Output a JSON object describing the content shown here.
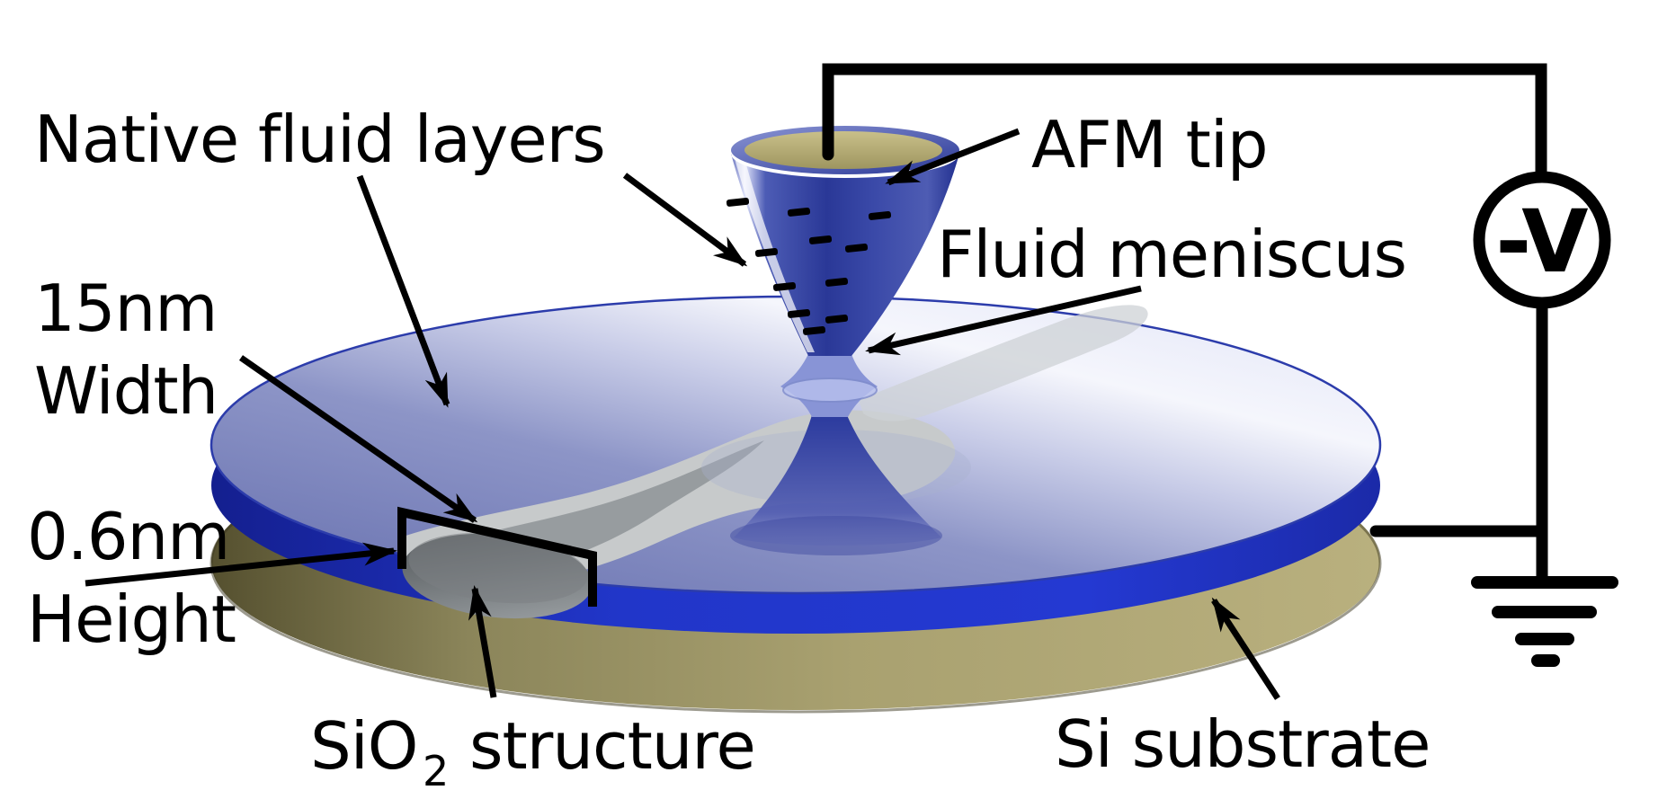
{
  "figure": {
    "description": "3D schematic of AFM-tip-based oxidation lithography: a biased AFM tip writes a SiO2 structure on a Si substrate through native fluid layers",
    "labels": {
      "native_fluid_layers": "Native fluid layers",
      "afm_tip": "AFM tip",
      "fluid_meniscus": "Fluid meniscus",
      "width_line1": "15nm",
      "width_line2": "Width",
      "height_line1": "0.6nm",
      "height_line2": "Height",
      "sio2_prefix": "SiO",
      "sio2_sub": "2",
      "sio2_suffix": "structure",
      "si_substrate": "Si substrate",
      "voltage": "-V"
    },
    "dimensions": {
      "structure_width": "15nm",
      "structure_height": "0.6nm"
    },
    "palette": {
      "background": "#ffffff",
      "line_black": "#000000",
      "disk_top_purple": "#7880ba",
      "disk_top_highlight": "#f7f8fd",
      "oxide_rim_blue": "#2136c9",
      "substrate_tan": "#a59d6b",
      "substrate_tan_dark": "#55502f",
      "cone_blue": "#2c3a9c",
      "cone_top_tan": "#b7ad72",
      "structure_gray": "#c7cacb",
      "structure_gray_dark": "#5d6164"
    }
  }
}
